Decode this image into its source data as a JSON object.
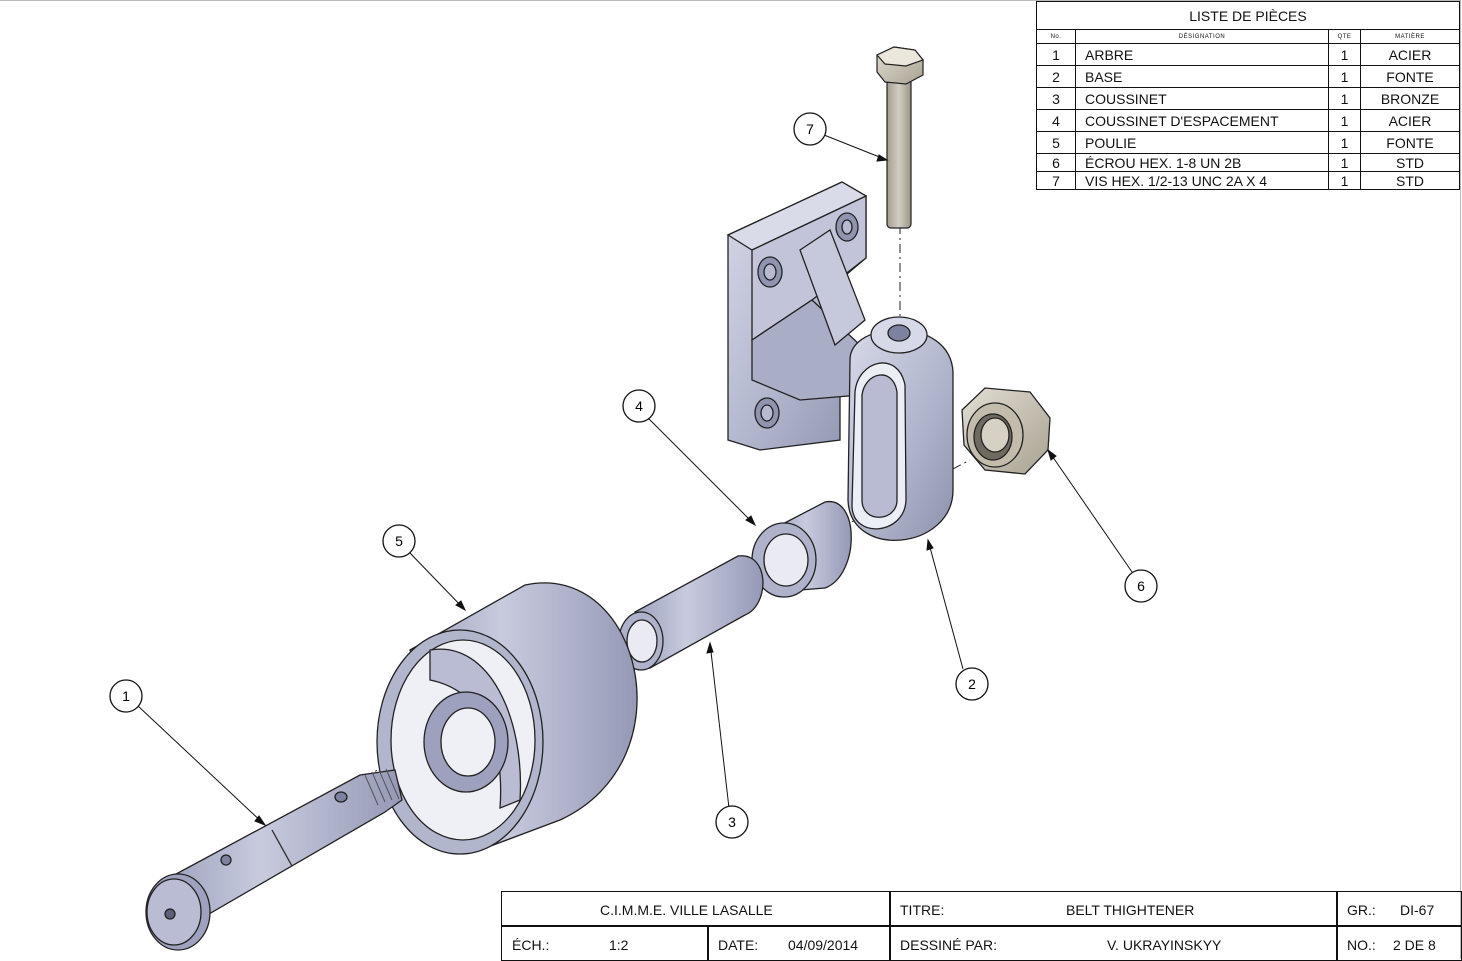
{
  "parts_list": {
    "title": "LISTE DE PIÈCES",
    "headers": {
      "no": "No.",
      "designation": "DÉSIGNATION",
      "qte": "QTE",
      "matiere": "MATIÈRE"
    },
    "rows": [
      {
        "no": "1",
        "designation": "ARBRE",
        "qte": "1",
        "matiere": "ACIER"
      },
      {
        "no": "2",
        "designation": "BASE",
        "qte": "1",
        "matiere": "FONTE"
      },
      {
        "no": "3",
        "designation": "COUSSINET",
        "qte": "1",
        "matiere": "BRONZE"
      },
      {
        "no": "4",
        "designation": "COUSSINET D'ESPACEMENT",
        "qte": "1",
        "matiere": "ACIER"
      },
      {
        "no": "5",
        "designation": "POULIE",
        "qte": "1",
        "matiere": "FONTE"
      },
      {
        "no": "6",
        "designation": "ÉCROU HEX. 1-8 UN 2B",
        "qte": "1",
        "matiere": "STD"
      },
      {
        "no": "7",
        "designation": "VIS HEX. 1/2-13 UNC 2A X 4",
        "qte": "1",
        "matiere": "STD"
      }
    ]
  },
  "balloons": [
    "1",
    "2",
    "3",
    "4",
    "5",
    "6",
    "7"
  ],
  "title_block": {
    "school": "C.I.M.M.E. VILLE  LASALLE",
    "titre_label": "TITRE:",
    "titre_value": "BELT THIGHTENER",
    "gr_label": "GR.:",
    "gr_value": "DI-67",
    "ech_label": "ÉCH.:",
    "ech_value": "1:2",
    "date_label": "DATE:",
    "date_value": "04/09/2014",
    "dessine_label": "DESSINÉ PAR:",
    "dessine_value": "V. UKRAYINSKYY",
    "no_label": "NO.:",
    "no_value": "2 DE 8"
  },
  "colors": {
    "part_fill": "#b4b8cf",
    "part_dark": "#8a8fae",
    "part_light": "#d3d6e6",
    "nut_fill": "#c9c3b4",
    "line": "#111111"
  }
}
